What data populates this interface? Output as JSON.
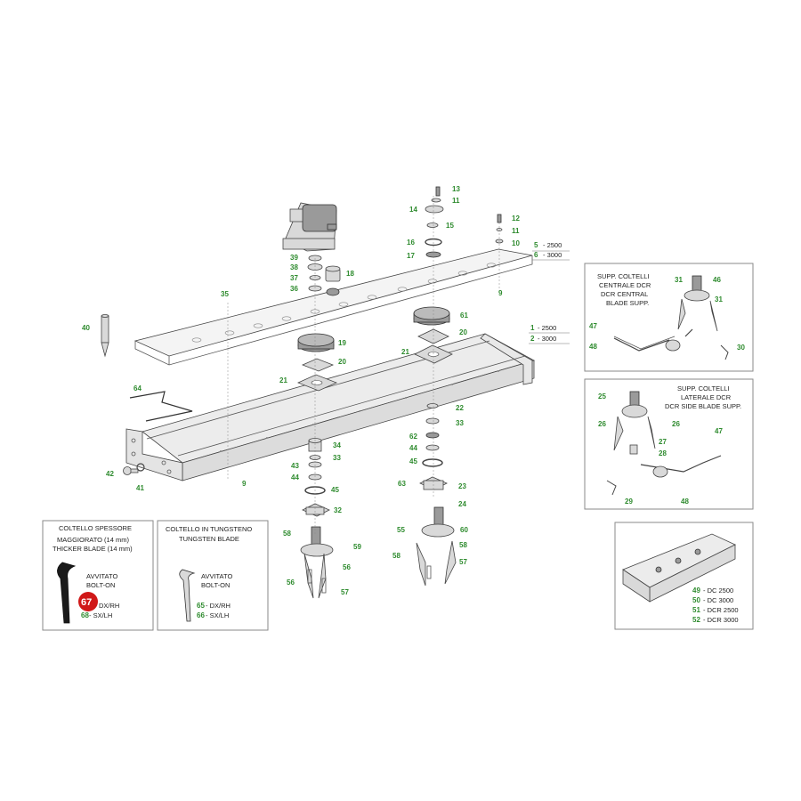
{
  "labels": {
    "13": "13",
    "11": "11",
    "14": "14",
    "15": "15",
    "12": "12",
    "16": "16",
    "10": "10",
    "17": "17",
    "5": "5",
    "6": "6",
    "39": "39",
    "38": "38",
    "37": "37",
    "36": "36",
    "18": "18",
    "35": "35",
    "9": "9",
    "40": "40",
    "61": "61",
    "19": "19",
    "20": "20",
    "21": "21",
    "1": "1",
    "2": "2",
    "64": "64",
    "22": "22",
    "33": "33",
    "62": "62",
    "44": "44",
    "45": "45",
    "34": "34",
    "43": "43",
    "42": "42",
    "41": "41",
    "63": "63",
    "23": "23",
    "24": "24",
    "32": "32",
    "55": "55",
    "60": "60",
    "58": "58",
    "59": "59",
    "56": "56",
    "57": "57",
    "31": "31",
    "46": "46",
    "47": "47",
    "48": "48",
    "30": "30",
    "25": "25",
    "26": "26",
    "27": "27",
    "28": "28",
    "29": "29",
    "49": "49",
    "50": "50",
    "51": "51",
    "52": "52",
    "65": "65",
    "66": "66",
    "67": "67",
    "68": "68"
  },
  "variants": {
    "v5": "- 2500",
    "v6": "- 3000",
    "v1": "- 2500",
    "v2": "- 3000",
    "v49": "- DC 2500",
    "v50": "- DC 3000",
    "v51": "- DCR 2500",
    "v52": "- DCR 3000",
    "v65": "- DX/RH",
    "v66": "- SX/LH",
    "v67": "DX/RH",
    "v68": "- SX/LH"
  },
  "boxes": {
    "central": [
      "SUPP. COLTELLI",
      "CENTRALE DCR",
      "DCR CENTRAL",
      "BLADE SUPP."
    ],
    "side": [
      "SUPP. COLTELLI",
      "LATERALE DCR",
      "DCR SIDE BLADE SUPP."
    ],
    "thick": [
      "COLTELLO SPESSORE",
      "MAGGIORATO (14 mm)",
      "THICKER BLADE (14 mm)"
    ],
    "thick_bolt": [
      "AVVITATO",
      "BOLT-ON"
    ],
    "tung": [
      "COLTELLO IN TUNGSTENO",
      "TUNGSTEN BLADE"
    ],
    "tung_bolt": [
      "AVVITATO",
      "BOLT-ON"
    ]
  },
  "colors": {
    "label_green": "#2e8b2e",
    "badge_red": "#d01818",
    "line": "#555555"
  }
}
